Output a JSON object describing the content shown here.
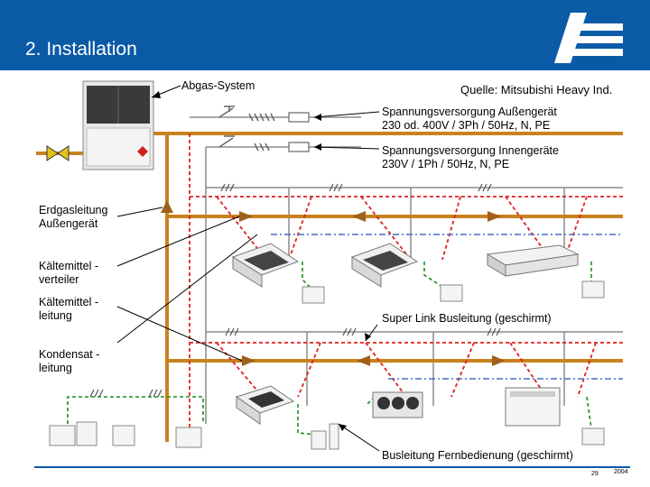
{
  "header": {
    "title": "2. Installation",
    "logo": "company-logo"
  },
  "labels": {
    "abgas": "Abgas-System",
    "quelle": "Quelle: Mitsubishi Heavy Ind.",
    "supply_outdoor_1": "Spannungsversorgung Außengerät",
    "supply_outdoor_2": "230 od. 400V / 3Ph / 50Hz, N, PE",
    "supply_indoor_1": "Spannungsversorgung Innengeräte",
    "supply_indoor_2": "230V / 1Ph / 50Hz, N, PE",
    "gas_1": "Erdgasleitung",
    "gas_2": "Außengerät",
    "distributor_1": "Kältemittel -",
    "distributor_2": "verteiler",
    "refline_1": "Kältemittel -",
    "refline_2": "leitung",
    "superlink": "Super Link Busleitung (geschirmt)",
    "condensate_1": "Kondensat -",
    "condensate_2": "leitung",
    "remote_bus": "Busleitung Fernbedienung (geschirmt)"
  },
  "footer": {
    "page": "29",
    "year": "2004"
  },
  "colors": {
    "header_bg": "#0b5aa6",
    "pipe": "#c8821e",
    "pipe_dark": "#a0601a",
    "cable": "#e02020",
    "bus": "#1e8c1e",
    "wire": "#888888",
    "superlink": "#4a6fbf"
  }
}
